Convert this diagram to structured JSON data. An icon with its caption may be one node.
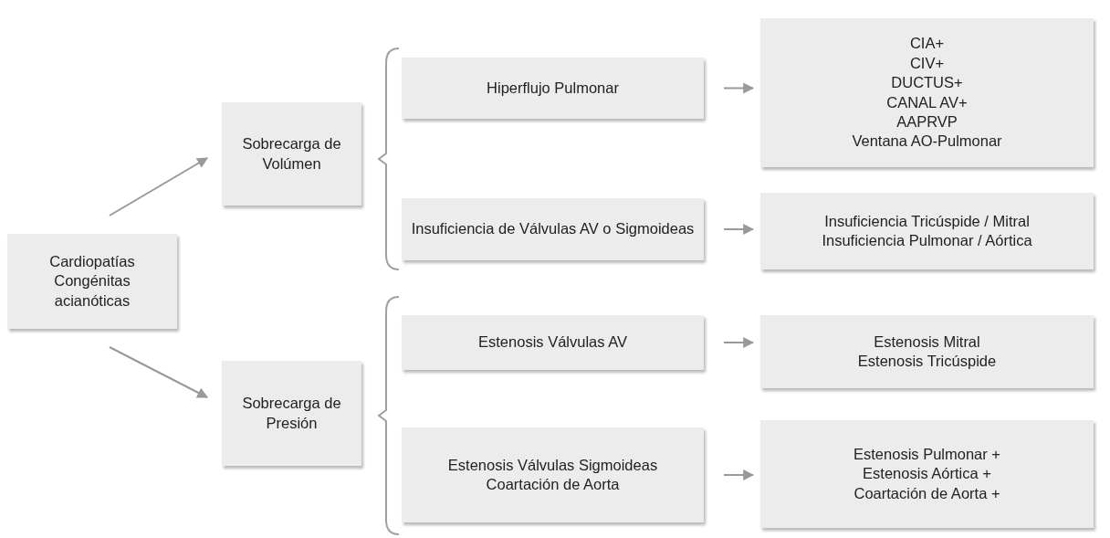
{
  "diagram": {
    "nodes": [
      {
        "text": [
          "Cardiopatías Congénitas acianóticas"
        ]
      },
      {
        "text": [
          "Sobrecarga de Volúmen"
        ]
      },
      {
        "text": [
          "Sobrecarga de Presión"
        ]
      },
      {
        "text": [
          "Hiperflujo Pulmonar"
        ]
      },
      {
        "text": [
          "Insuficiencia de Válvulas AV o Sigmoideas"
        ]
      },
      {
        "text": [
          "Estenosis Válvulas AV"
        ]
      },
      {
        "text": [
          "Estenosis Válvulas Sigmoideas",
          "Coartación de Aorta"
        ]
      },
      {
        "text": [
          "CIA+",
          "CIV+",
          "DUCTUS+",
          "CANAL AV+",
          "AAPRVP",
          "Ventana AO-Pulmonar"
        ]
      },
      {
        "text": [
          "Insuficiencia Tricúspide / Mitral",
          "Insuficiencia Pulmonar / Aórtica"
        ]
      },
      {
        "text": [
          "Estenosis Mitral",
          "Estenosis Tricúspide"
        ]
      },
      {
        "text": [
          "Estenosis Pulmonar +",
          "Estenosis Aórtica +",
          "Coartación de Aorta +"
        ]
      }
    ],
    "edges": [
      {
        "from": 0,
        "to": 1,
        "arrow": "to"
      },
      {
        "from": 0,
        "to": 2,
        "arrow": "to"
      },
      {
        "from": 3,
        "to": 7,
        "arrow": "to"
      },
      {
        "from": 4,
        "to": 8,
        "arrow": "to"
      },
      {
        "from": 5,
        "to": 9,
        "arrow": "to"
      },
      {
        "from": 6,
        "to": 10,
        "arrow": "to"
      }
    ]
  }
}
